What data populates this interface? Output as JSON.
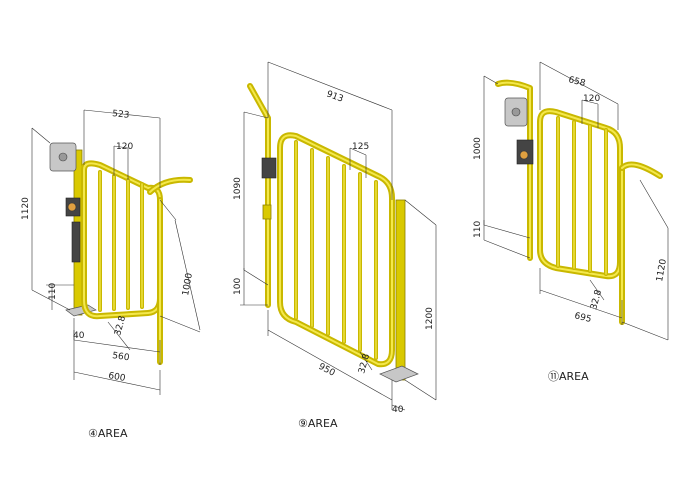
{
  "gates": [
    {
      "id": "area4",
      "caption": "④AREA",
      "dims": {
        "width_top": "523",
        "bar_spacing": "120",
        "height": "1120",
        "bottom_gap": "110",
        "rail_height": "1000",
        "bar_size": "32.8",
        "base": "40",
        "inner_width": "560",
        "outer_width": "600"
      }
    },
    {
      "id": "area9",
      "caption": "⑨AREA",
      "dims": {
        "width_top": "913",
        "bar_spacing": "125",
        "height": "1090",
        "bottom_gap": "100",
        "post_height": "1200",
        "bar_size": "32.8",
        "width_bottom": "950",
        "base": "40"
      }
    },
    {
      "id": "area11",
      "caption": "⑪AREA",
      "dims": {
        "width_top": "658",
        "bar_spacing": "120",
        "height": "1000",
        "bottom_gap": "110",
        "rail_height": "1120",
        "bar_size": "32.8",
        "width_bottom": "695"
      }
    }
  ]
}
